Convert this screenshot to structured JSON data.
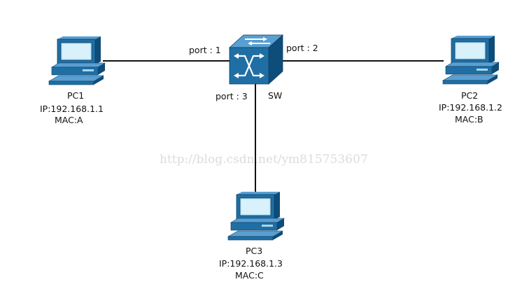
{
  "switch": {
    "label": "SW",
    "ports": {
      "p1": "port : 1",
      "p2": "port : 2",
      "p3": "port : 3"
    }
  },
  "hosts": [
    {
      "name": "PC1",
      "ip": "IP:192.168.1.1",
      "mac": "MAC:A"
    },
    {
      "name": "PC2",
      "ip": "IP:192.168.1.2",
      "mac": "MAC:B"
    },
    {
      "name": "PC3",
      "ip": "IP:192.168.1.3",
      "mac": "MAC:C"
    }
  ],
  "watermark": "http://blog.csdn.net/ym815753607",
  "colors": {
    "device_front": "#1f6fa4",
    "device_top": "#5a9fd1",
    "device_side": "#0e4c7a",
    "screen": "#bfe6f7",
    "link": "#111111"
  }
}
